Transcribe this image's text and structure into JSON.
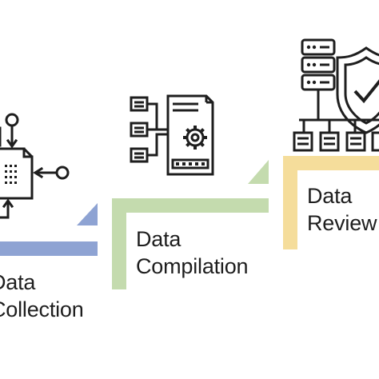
{
  "steps": [
    {
      "line1": "Data",
      "line2": "Collection",
      "color": "#8ea3d3"
    },
    {
      "line1": "Data",
      "line2": "Compilation",
      "color": "#c4dbae"
    },
    {
      "line1": "Data",
      "line2": "Review",
      "color": "#f5dd9b"
    }
  ],
  "icons": {
    "collection": "document-with-inputs-icon",
    "compilation": "server-processing-gear-icon",
    "review": "database-security-shield-icon"
  },
  "colors": {
    "ink": "#1e1e1e",
    "background": "#ffffff"
  }
}
